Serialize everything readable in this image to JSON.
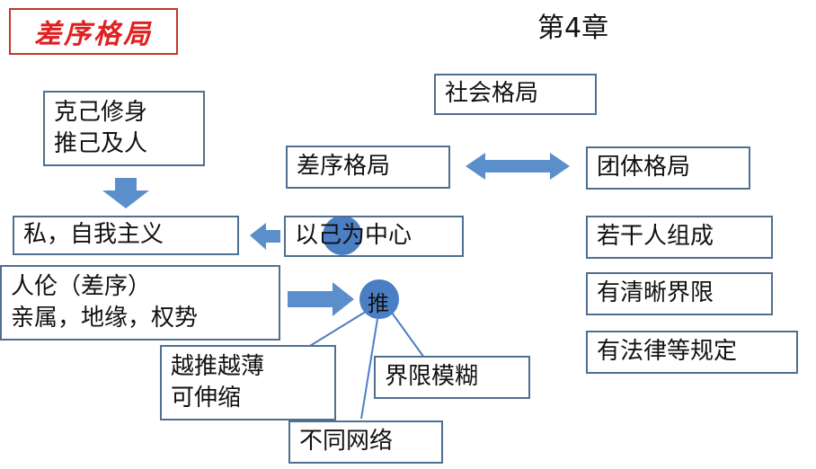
{
  "title": "差序格局",
  "chapter": "第4章",
  "social_pattern": "社会格局",
  "left_column": {
    "virtue_line1": "克己修身",
    "virtue_line2": "推己及人",
    "selfish": "私，自我主义",
    "ethics_line1": "人伦（差序）",
    "ethics_line2": "亲属，地缘，权势"
  },
  "center": {
    "differential": "差序格局",
    "self_center": "以己为中心",
    "self_char": "己",
    "push": "推",
    "thinner_line1": "越推越薄",
    "thinner_line2": "可伸缩",
    "blurry": "界限模糊",
    "networks": "不同网络"
  },
  "right_column": {
    "group": "团体格局",
    "members": "若干人组成",
    "boundary": "有清晰界限",
    "rules": "有法律等规定"
  },
  "colors": {
    "title_red": "#e02020",
    "arrow_blue": "#5b8fcb",
    "circle_blue": "#4a7fc4",
    "box_border": "#4f6f8f"
  }
}
